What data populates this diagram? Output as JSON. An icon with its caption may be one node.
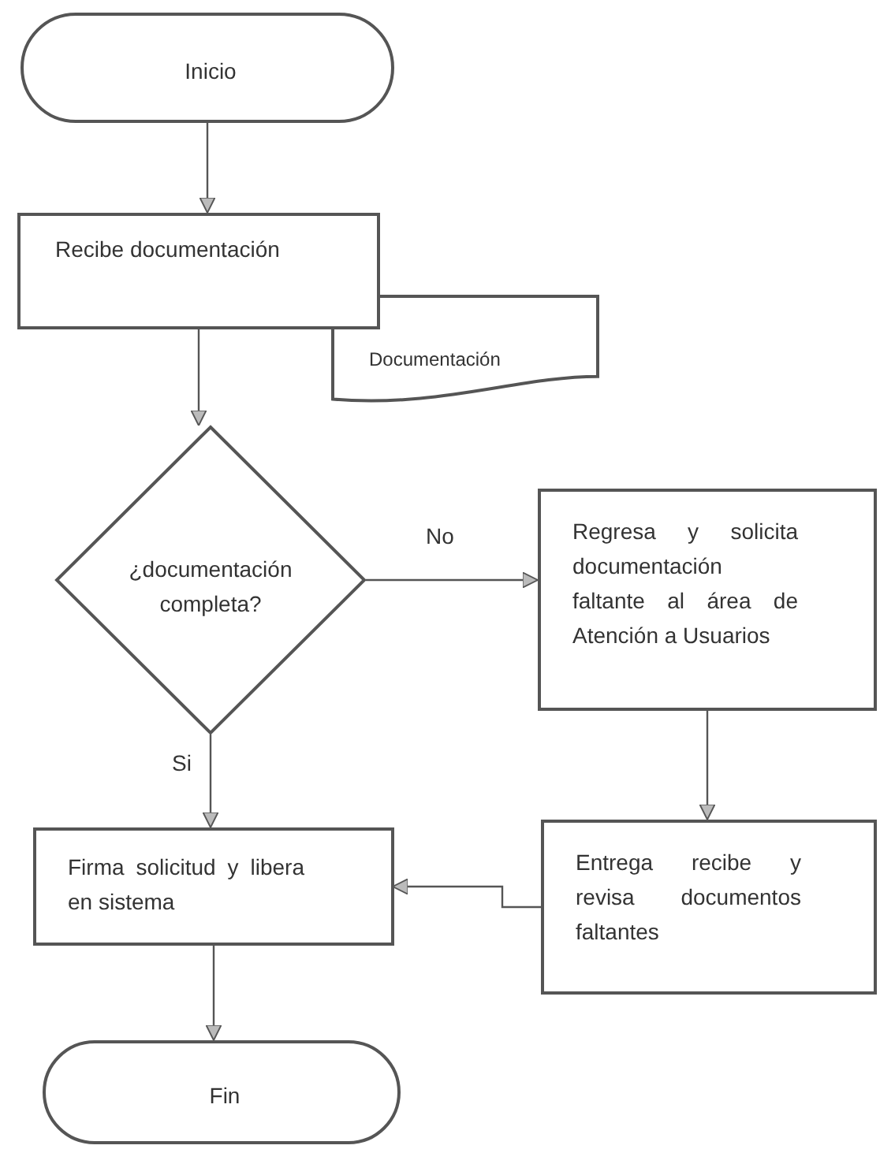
{
  "diagram": {
    "nodes": [
      {
        "text": [
          "Inicio"
        ]
      },
      {
        "text": [
          "Recibe documentación"
        ]
      },
      {
        "text": [
          "Documentación"
        ]
      },
      {
        "text": [
          "¿documentación completa?"
        ]
      },
      {
        "text": [
          "Regresa y solicita documentación faltante al área de Atención a Usuarios"
        ]
      },
      {
        "text": [
          "Entrega recibe y revisa documentos faltantes"
        ]
      },
      {
        "text": [
          "Firma solicitud y libera en sistema"
        ]
      },
      {
        "text": [
          "Fin"
        ]
      }
    ],
    "edges": [
      {
        "from": 0,
        "to": 1,
        "arrow": "to"
      },
      {
        "from": 1,
        "to": 3,
        "arrow": "to"
      },
      {
        "from": 3,
        "to": 4,
        "label": "No",
        "arrow": "to"
      },
      {
        "from": 4,
        "to": 5,
        "arrow": "to"
      },
      {
        "from": 5,
        "to": 6,
        "arrow": "to"
      },
      {
        "from": 3,
        "to": 6,
        "label": "Si",
        "arrow": "to"
      },
      {
        "from": 6,
        "to": 7,
        "arrow": "to"
      }
    ]
  }
}
